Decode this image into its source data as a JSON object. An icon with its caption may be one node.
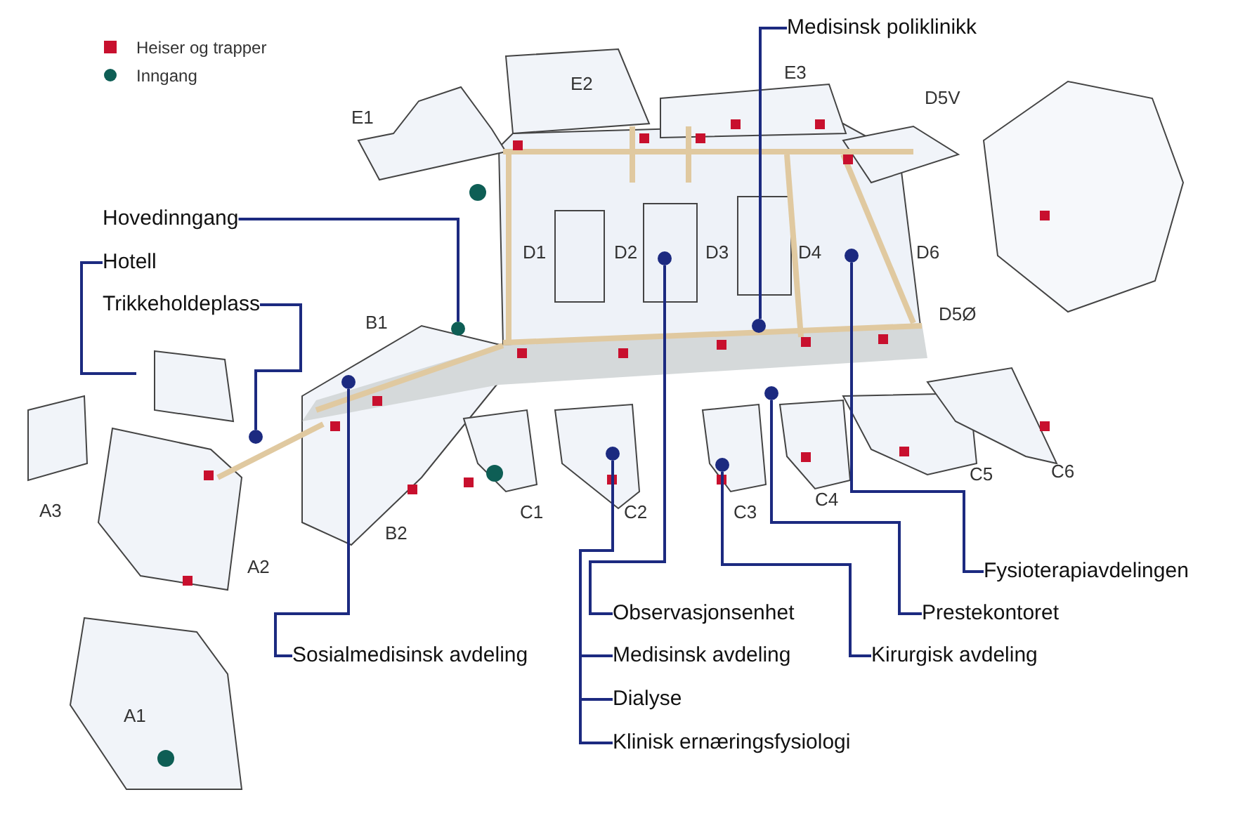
{
  "diagram": {
    "nodes": [
      {
        "text": [
          "Medisinsk poliklinikk"
        ]
      },
      {
        "text": [
          "Hovedinngang"
        ]
      },
      {
        "text": [
          "Hotell"
        ]
      },
      {
        "text": [
          "Trikkeholdeplass"
        ]
      },
      {
        "text": [
          "Sosialmedisinsk avdeling"
        ]
      },
      {
        "text": [
          "Observasjonsenhet"
        ]
      },
      {
        "text": [
          "Medisinsk avdeling"
        ]
      },
      {
        "text": [
          "Dialyse"
        ]
      },
      {
        "text": [
          "Klinisk ernæringsfysiologi"
        ]
      },
      {
        "text": [
          "Kirurgisk avdeling"
        ]
      },
      {
        "text": [
          "Prestekontoret"
        ]
      },
      {
        "text": [
          "Fysioterapiavdelingen"
        ]
      },
      {
        "text": [],
        "shape": "circle"
      },
      {
        "text": [],
        "shape": "circle"
      },
      {
        "text": [],
        "shape": "circle"
      },
      {
        "text": [],
        "shape": "circle"
      },
      {
        "text": [],
        "shape": "circle"
      },
      {
        "text": [],
        "shape": "circle"
      },
      {
        "text": [],
        "shape": "circle"
      },
      {
        "text": [],
        "shape": "circle"
      },
      {
        "text": [],
        "shape": "circle"
      }
    ],
    "edges": [
      {
        "from": 0,
        "to": 14,
        "arrow": "none"
      },
      {
        "from": 1,
        "to": 15,
        "arrow": "none"
      },
      {
        "from": 2,
        "to": null,
        "arrow": "none"
      },
      {
        "from": 3,
        "to": 18,
        "arrow": "none"
      },
      {
        "from": 4,
        "to": 16,
        "arrow": "none"
      },
      {
        "from": 5,
        "to": 13,
        "arrow": "none"
      },
      {
        "from": 6,
        "to": 19,
        "arrow": "none"
      },
      {
        "from": 7,
        "to": 19,
        "arrow": "none"
      },
      {
        "from": 8,
        "to": 19,
        "arrow": "none"
      },
      {
        "from": 9,
        "to": 20,
        "arrow": "none"
      },
      {
        "from": 10,
        "to": 17,
        "arrow": "none"
      },
      {
        "from": 11,
        "to": 12,
        "arrow": "none"
      }
    ],
    "labels": [
      "E2",
      "E3",
      "D5V",
      "E1",
      "D1",
      "D2",
      "D3",
      "D4",
      "D6",
      "B1",
      "D5Ø",
      "A3",
      "C1",
      "C2",
      "C3",
      "C4",
      "C5",
      "C6",
      "A2",
      "B2",
      "A1"
    ],
    "legend": [
      {
        "text": "Heiser og trapper",
        "color": "#c8102e"
      },
      {
        "text": "Inngang",
        "color": "#0e5e55"
      }
    ]
  }
}
